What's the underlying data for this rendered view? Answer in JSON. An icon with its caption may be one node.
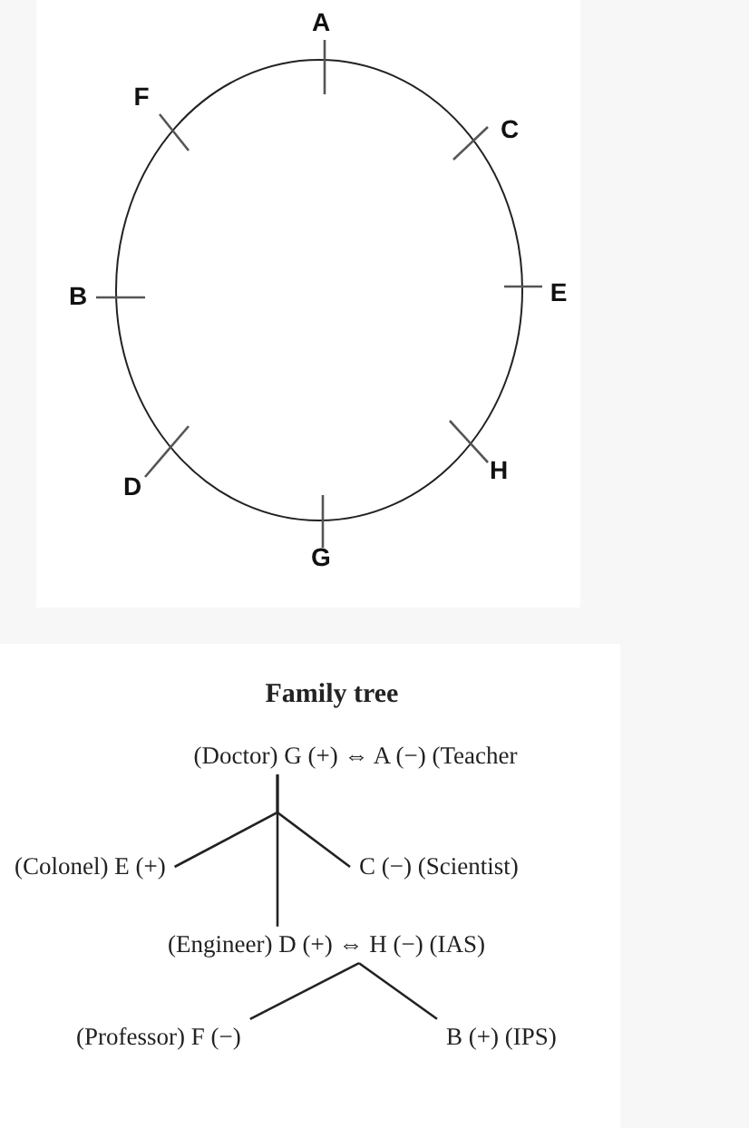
{
  "diagram": {
    "title": "Family tree",
    "nodes": [
      {
        "text": [
          "(Doctor) G (+) ⇔ A (−) (Teacher"
        ]
      },
      {
        "text": [
          "(Colonel) E (+)"
        ]
      },
      {
        "text": [
          "C (−) (Scientist)"
        ]
      },
      {
        "text": [
          "(Engineer) D (+) ⇔ H (−) (IAS)"
        ]
      },
      {
        "text": [
          "(Professor) F (−)"
        ]
      },
      {
        "text": [
          "B (+) (IPS)"
        ]
      }
    ],
    "edges": [
      {
        "from": 0,
        "to": 1,
        "arrow": "none"
      },
      {
        "from": 0,
        "to": 2,
        "arrow": "none"
      },
      {
        "from": 0,
        "to": 3,
        "arrow": "none"
      },
      {
        "from": 3,
        "to": 4,
        "arrow": "none"
      },
      {
        "from": 3,
        "to": 5,
        "arrow": "none"
      }
    ],
    "labels": [
      "A",
      "F",
      "C",
      "B",
      "E",
      "D",
      "H",
      "G"
    ]
  }
}
